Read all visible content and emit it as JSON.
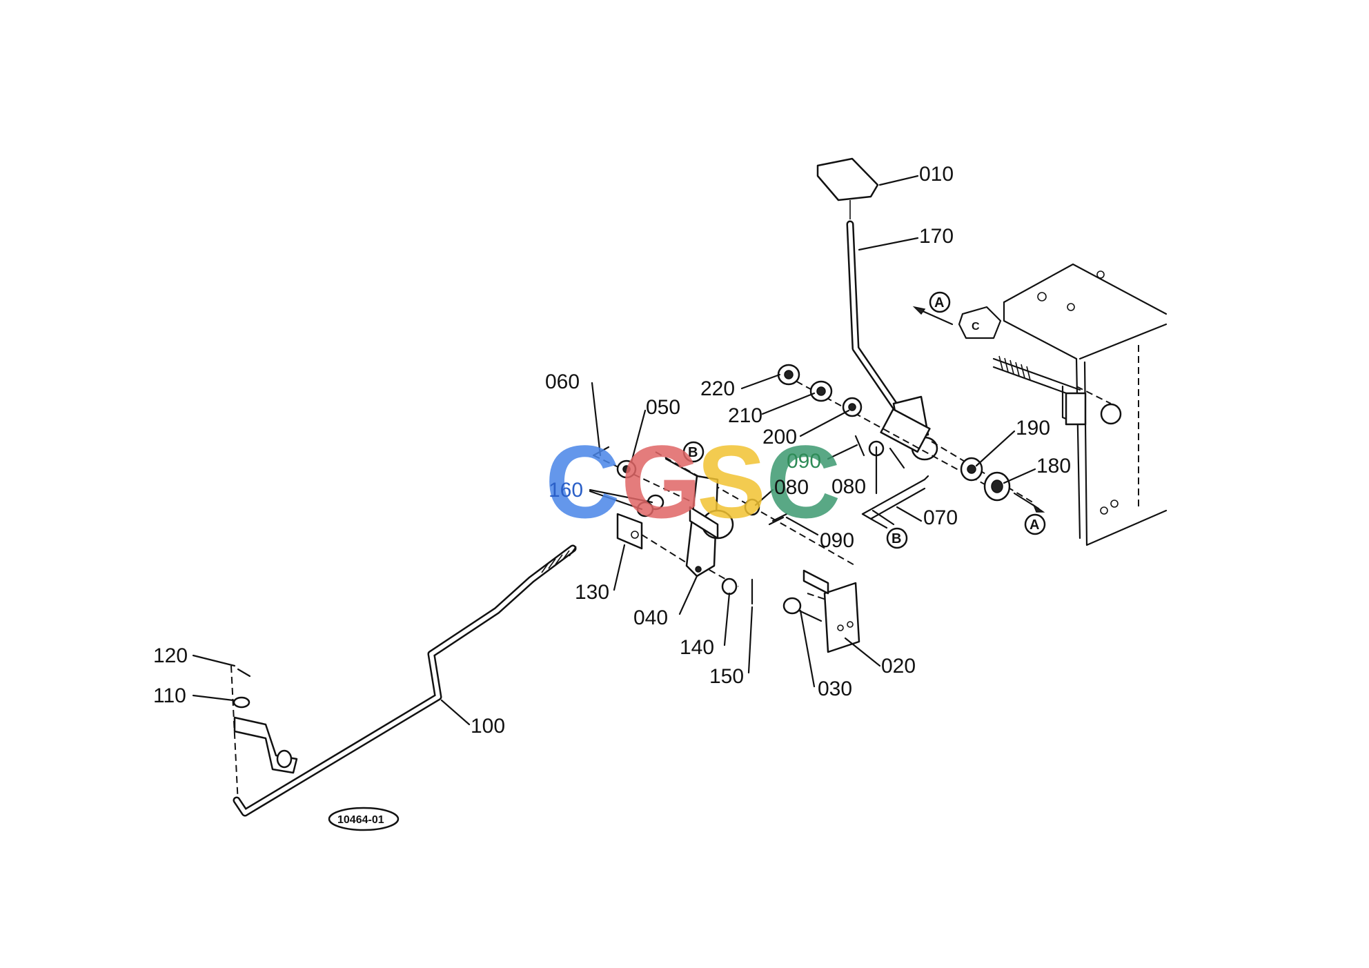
{
  "diagram": {
    "figure_ref": "10464-01",
    "watermark": {
      "letters": [
        "C",
        "G",
        "S",
        "C"
      ],
      "colors": [
        "#4a86e8",
        "#e06666",
        "#f1c232",
        "#3d9970"
      ]
    },
    "section_markers": [
      "A",
      "A",
      "B",
      "B"
    ],
    "parts": {
      "p010": "010",
      "p170": "170",
      "p220": "220",
      "p210": "210",
      "p200": "200",
      "p190": "190",
      "p180": "180",
      "p060": "060",
      "p050": "050",
      "p160": "160",
      "p090a": "090",
      "p080a": "080",
      "p080b": "080",
      "p070": "070",
      "p090b": "090",
      "p130": "130",
      "p040": "040",
      "p140": "140",
      "p150": "150",
      "p030": "030",
      "p020": "020",
      "p120": "120",
      "p110": "110",
      "p100": "100"
    }
  }
}
